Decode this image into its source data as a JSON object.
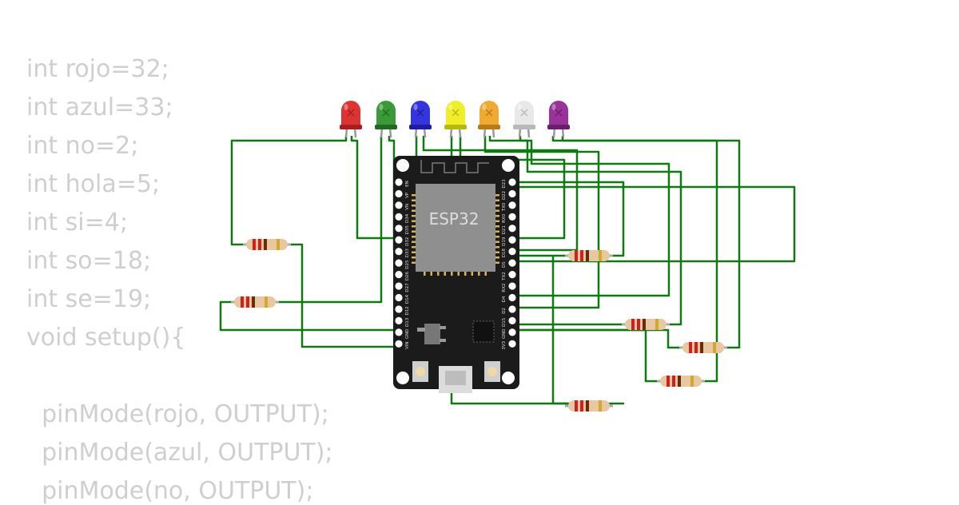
{
  "code_lines": [
    "int rojo=32;",
    "int azul=33;",
    "int no=2;",
    "int hola=5;",
    "int si=4;",
    "int so=18;",
    "int se=19;",
    "void setup(){",
    "",
    "  pinMode(rojo, OUTPUT);",
    "  pinMode(azul, OUTPUT);",
    "  pinMode(no, OUTPUT);"
  ],
  "board": {
    "label": "ESP32",
    "left_pins": [
      "EN",
      "VP",
      "VN",
      "D34",
      "D35",
      "D32",
      "D33",
      "D25",
      "D26",
      "D27",
      "D14",
      "D12",
      "D13",
      "GND",
      "VIN"
    ],
    "right_pins": [
      "D23",
      "D22",
      "TX0",
      "RX0",
      "D21",
      "D19",
      "D18",
      "D5",
      "TX2",
      "RX2",
      "D4",
      "D2",
      "D15",
      "GND",
      "3V3"
    ]
  },
  "leds": [
    {
      "color": "red",
      "body": "#dd3333",
      "dark": "#a81e1e"
    },
    {
      "color": "green",
      "body": "#3a9a3a",
      "dark": "#1f6a1f"
    },
    {
      "color": "blue",
      "body": "#3535dd",
      "dark": "#1d1da0"
    },
    {
      "color": "yellow",
      "body": "#eeee2a",
      "dark": "#b8b810"
    },
    {
      "color": "orange",
      "body": "#eeaa33",
      "dark": "#b87a14"
    },
    {
      "color": "white",
      "body": "#e8e8e8",
      "dark": "#b9b9b9"
    },
    {
      "color": "purple",
      "body": "#993399",
      "dark": "#6a1f6a"
    }
  ],
  "colors": {
    "wire": "#0f7a0f",
    "code": "#cfcfcf",
    "board": "#1b1b1b",
    "chip": "#8f8f8f",
    "resistor": "#e8c8a0"
  }
}
